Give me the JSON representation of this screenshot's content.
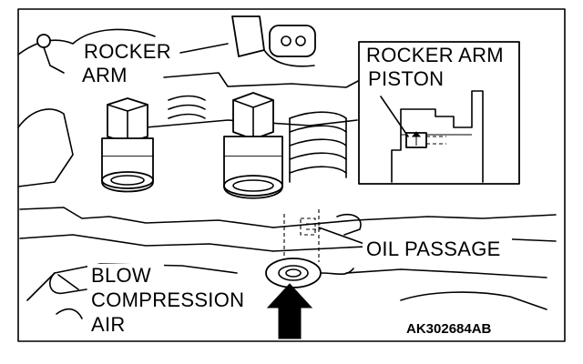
{
  "labels": {
    "rocker_arm_line1": "ROCKER",
    "rocker_arm_line2": "ARM",
    "rocker_arm_piston_line1": "ROCKER ARM",
    "rocker_arm_piston_line2": "PISTON",
    "oil_passage": "OIL PASSAGE",
    "blow_line1": "BLOW",
    "blow_line2": "COMPRESSION",
    "blow_line3": "AIR"
  },
  "figure_code": "AK302684AB",
  "colors": {
    "ink": "#000000",
    "paper": "#ffffff"
  },
  "icons": {
    "air_arrow": "up-arrow-icon",
    "piston_arrow": "up-arrow-icon"
  }
}
